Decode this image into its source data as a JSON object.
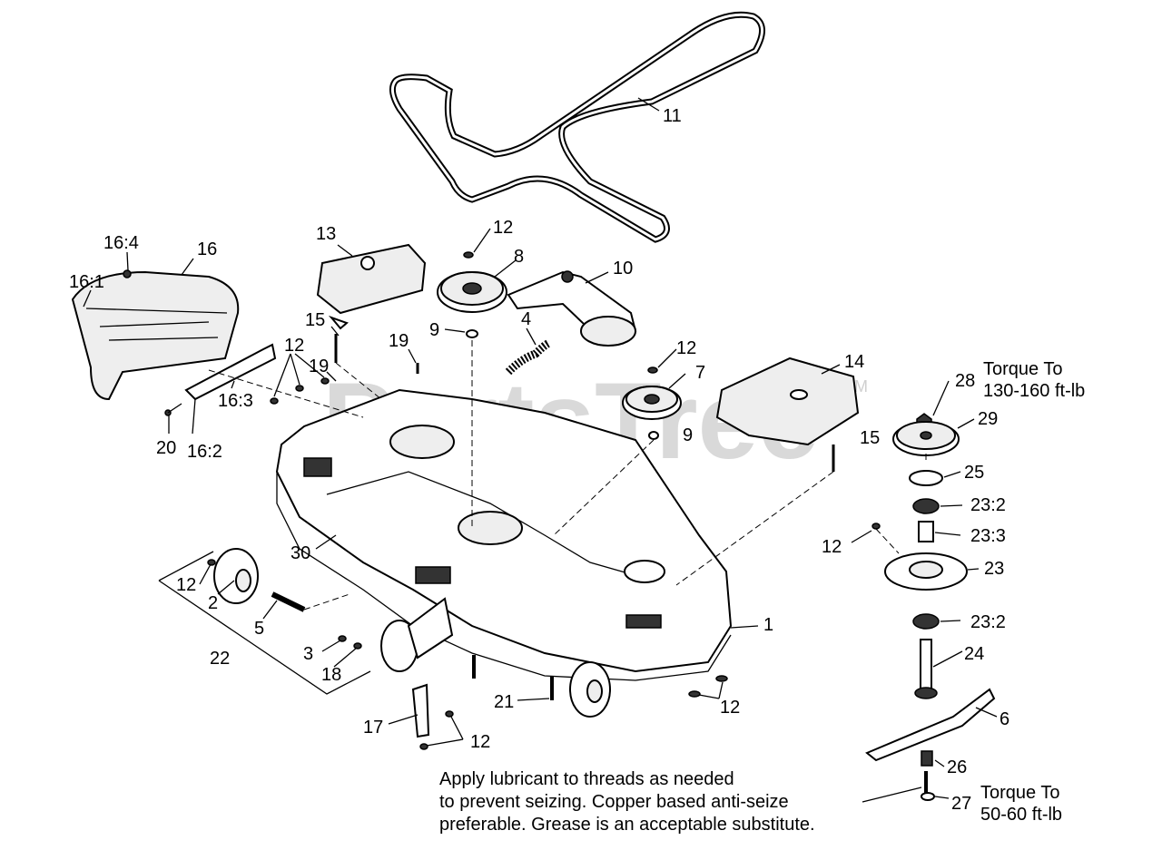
{
  "watermark": "PartsTree",
  "watermark_tm": "TM",
  "callouts": [
    {
      "id": "c11",
      "text": "11"
    },
    {
      "id": "c16-4",
      "text": "16:4"
    },
    {
      "id": "c16",
      "text": "16"
    },
    {
      "id": "c16-1",
      "text": "16:1"
    },
    {
      "id": "c13",
      "text": "13"
    },
    {
      "id": "c12a",
      "text": "12"
    },
    {
      "id": "c8",
      "text": "8"
    },
    {
      "id": "c10",
      "text": "10"
    },
    {
      "id": "c15a",
      "text": "15"
    },
    {
      "id": "c9a",
      "text": "9"
    },
    {
      "id": "c4",
      "text": "4"
    },
    {
      "id": "c12b",
      "text": "12"
    },
    {
      "id": "c19a",
      "text": "19"
    },
    {
      "id": "c19b",
      "text": "19"
    },
    {
      "id": "c12c",
      "text": "12"
    },
    {
      "id": "c7",
      "text": "7"
    },
    {
      "id": "c14",
      "text": "14"
    },
    {
      "id": "c28",
      "text": "28"
    },
    {
      "id": "c29",
      "text": "29"
    },
    {
      "id": "c16-3",
      "text": "16:3"
    },
    {
      "id": "c20",
      "text": "20"
    },
    {
      "id": "c16-2",
      "text": "16:2"
    },
    {
      "id": "c9b",
      "text": "9"
    },
    {
      "id": "c15b",
      "text": "15"
    },
    {
      "id": "c25",
      "text": "25"
    },
    {
      "id": "c23-2a",
      "text": "23:2"
    },
    {
      "id": "c23-3",
      "text": "23:3"
    },
    {
      "id": "c12d",
      "text": "12"
    },
    {
      "id": "c23",
      "text": "23"
    },
    {
      "id": "c30",
      "text": "30"
    },
    {
      "id": "c12e",
      "text": "12"
    },
    {
      "id": "c2",
      "text": "2"
    },
    {
      "id": "c5",
      "text": "5"
    },
    {
      "id": "c23-2b",
      "text": "23:2"
    },
    {
      "id": "c1",
      "text": "1"
    },
    {
      "id": "c3",
      "text": "3"
    },
    {
      "id": "c22",
      "text": "22"
    },
    {
      "id": "c18",
      "text": "18"
    },
    {
      "id": "c24",
      "text": "24"
    },
    {
      "id": "c21",
      "text": "21"
    },
    {
      "id": "c12f",
      "text": "12"
    },
    {
      "id": "c6",
      "text": "6"
    },
    {
      "id": "c17",
      "text": "17"
    },
    {
      "id": "c12g",
      "text": "12"
    },
    {
      "id": "c26",
      "text": "26"
    },
    {
      "id": "c27",
      "text": "27"
    }
  ],
  "torque_top": {
    "line1": "Torque To",
    "line2": "130-160 ft-lb"
  },
  "torque_bottom": {
    "line1": "Torque To",
    "line2": "50-60 ft-lb"
  },
  "note": {
    "line1": "Apply lubricant to threads as needed",
    "line2": "to prevent seizing. Copper based anti-seize",
    "line3": "preferable. Grease is an acceptable substitute."
  }
}
